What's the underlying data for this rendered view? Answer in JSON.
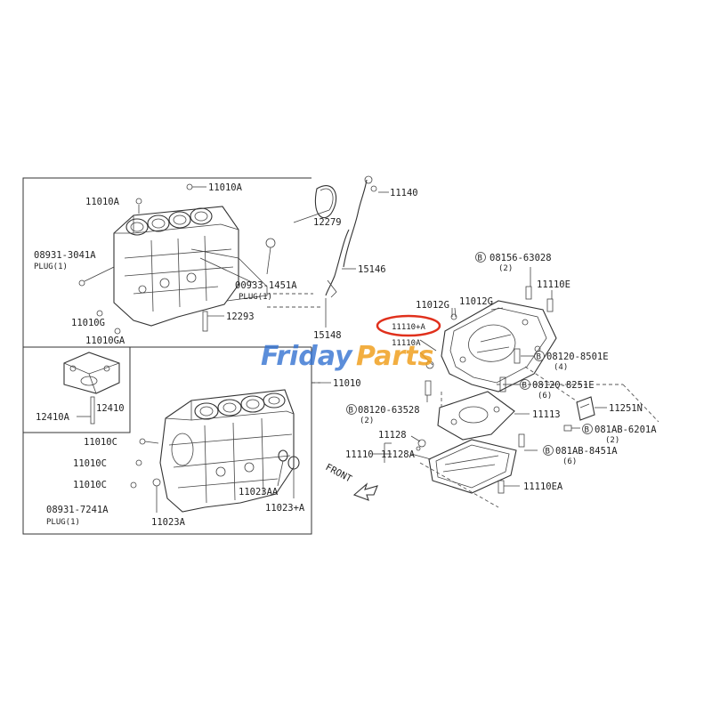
{
  "watermark": {
    "word1": "Friday",
    "word2": "Parts"
  },
  "highlight_color": "#e0301c",
  "direction_label": "FRONT",
  "labels": {
    "p11010A_1": "11010A",
    "p11010A_2": "11010A",
    "p08931_3041A": "08931-3041A",
    "plug_1": "PLUG(1)",
    "p11010G": "11010G",
    "p11010GA": "11010GA",
    "p12293": "12293",
    "p00933_1451A": "00933-1451A",
    "plug_2": "PLUG(1)",
    "p12279": "12279",
    "p11140": "11140",
    "p15146": "15146",
    "p15148": "15148",
    "p11010": "11010",
    "p12410A": "12410A",
    "p12410": "12410",
    "p11010C_1": "11010C",
    "p11010C_2": "11010C",
    "p11010C_3": "11010C",
    "p08931_7241A": "08931-7241A",
    "plug_3": "PLUG(1)",
    "p11023A": "11023A",
    "p11023AA": "11023AA",
    "p11023pA": "11023+A",
    "p08156_63028": "08156-63028",
    "q2a": "(2)",
    "p11012G_1": "11012G",
    "p11012G_2": "11012G",
    "p11110E": "11110E",
    "p11110pA": "11110+A",
    "p11110A": "11110A",
    "p08120_8501E": "08120-8501E",
    "q4": "(4)",
    "p08120_8251E": "08120-8251E",
    "q6a": "(6)",
    "p08120_63528": "08120-63528",
    "q2b": "(2)",
    "p11113": "11113",
    "p11251N": "11251N",
    "p081AB_6201A": "081AB-6201A",
    "q2c": "(2)",
    "p11128": "11128",
    "p11110": "11110",
    "p11128A": "11128A",
    "p081AB_8451A": "081AB-8451A",
    "q6b": "(6)",
    "p11110EA": "11110EA"
  }
}
